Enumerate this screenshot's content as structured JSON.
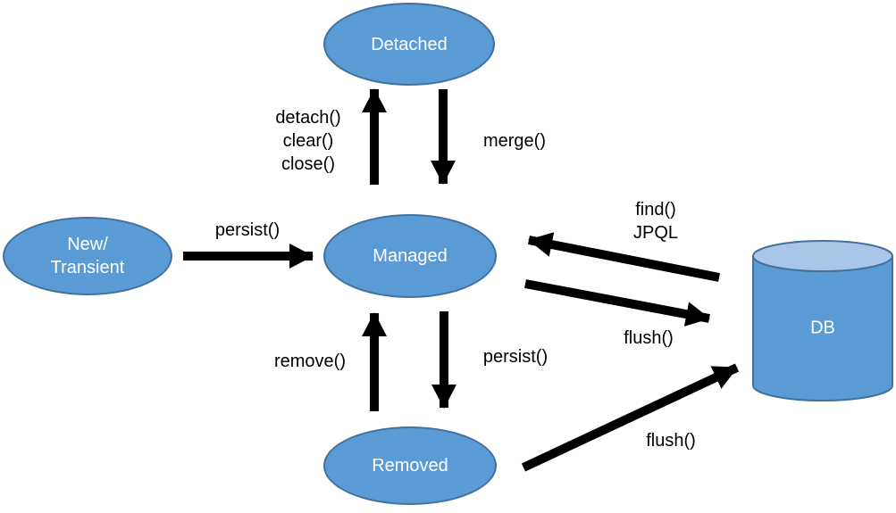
{
  "diagram": {
    "type": "state-diagram",
    "subject": "JPA entity lifecycle",
    "colors": {
      "node_fill": "#5B9BD5",
      "node_stroke": "#41719C",
      "cylinder_top_fill": "#A9C6E8",
      "arrow_color": "#000000",
      "node_text_color": "#FFFFFF",
      "label_text_color": "#000000",
      "background": "#FFFFFF"
    },
    "nodes": [
      {
        "id": "detached",
        "label": "Detached",
        "shape": "ellipse"
      },
      {
        "id": "new-transient",
        "label": "New/\nTransient",
        "shape": "ellipse"
      },
      {
        "id": "managed",
        "label": "Managed",
        "shape": "ellipse"
      },
      {
        "id": "removed",
        "label": "Removed",
        "shape": "ellipse"
      },
      {
        "id": "db",
        "label": "DB",
        "shape": "cylinder"
      }
    ],
    "edges": [
      {
        "from": "managed",
        "to": "detached",
        "label": "detach()\nclear()\nclose()"
      },
      {
        "from": "detached",
        "to": "managed",
        "label": "merge()"
      },
      {
        "from": "new-transient",
        "to": "managed",
        "label": "persist()"
      },
      {
        "from": "db",
        "to": "managed",
        "label": "find()\nJPQL"
      },
      {
        "from": "managed",
        "to": "db",
        "label": "flush()"
      },
      {
        "from": "removed",
        "to": "managed",
        "label": "remove()"
      },
      {
        "from": "managed",
        "to": "removed",
        "label": "persist()"
      },
      {
        "from": "removed",
        "to": "db",
        "label": "flush()"
      }
    ]
  }
}
